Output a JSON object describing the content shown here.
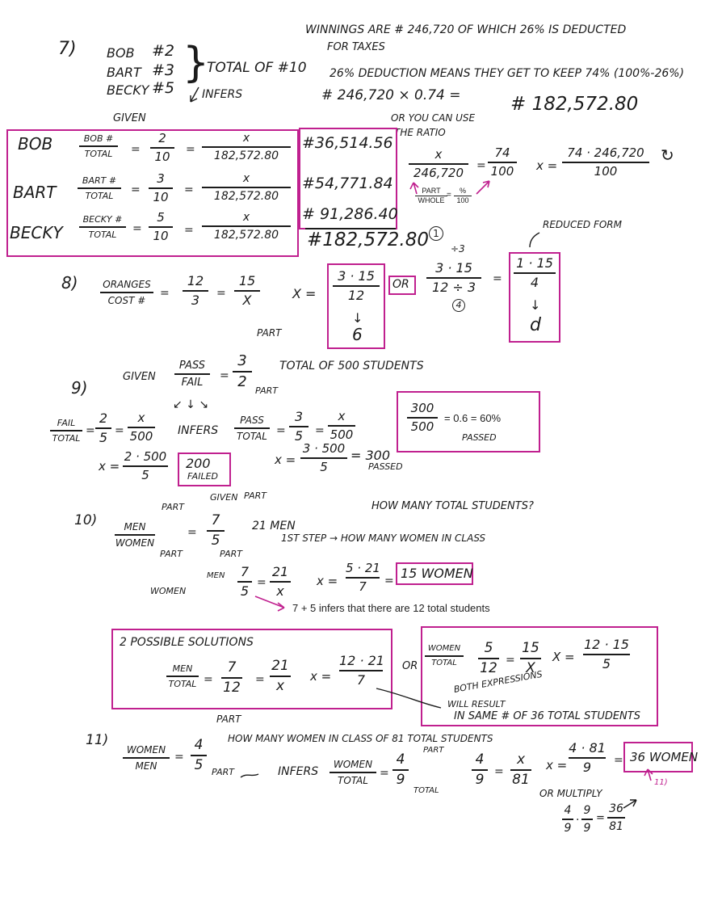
{
  "p7": {
    "num": "7)",
    "bob": "BOB",
    "bob_n": "#2",
    "bart": "BART",
    "bart_n": "#3",
    "becky": "BECKY",
    "becky_n": "#5",
    "total": "TOTAL OF #10",
    "infers": "INFERS",
    "given": "GIVEN",
    "win1": "WINNINGS ARE # 246,720 OF WHICH 26% IS DEDUCTED",
    "win2": "FOR TAXES",
    "ded": "26% DEDUCTION MEANS THEY GET TO KEEP 74% (100%-26%)",
    "calc": "# 246,720 × 0.74 =",
    "calc_result": "# 182,572.80",
    "ratio1": "OR YOU CAN USE",
    "ratio2": "THE RATIO",
    "row_bob": "BOB",
    "row_bart": "BART",
    "row_becky": "BECKY",
    "f_bob_n": "BOB #",
    "f_bart_n": "BART #",
    "f_becky_n": "BECKY #",
    "f_total": "TOTAL",
    "n2": "2",
    "n3": "3",
    "n5": "5",
    "d10": "10",
    "x": "x",
    "amt": "182,572.80",
    "eq": "=",
    "r_bob": "#36,514.56",
    "r_bart": "#54,771.84",
    "r_becky": "# 91,286.40",
    "sum": "#182,572.80",
    "circle1": "1",
    "rx_n": "x",
    "rx_d": "246,720",
    "r74": "74",
    "r100": "100",
    "rx_eq": "x =",
    "rres_n": "74 · 246,720",
    "rres_d": "100",
    "pw_part": "PART",
    "pw_whole": "WHOLE",
    "pw_pct": "%",
    "pw_100": "100"
  },
  "p8": {
    "num": "8)",
    "oranges": "ORANGES",
    "cost": "COST #",
    "n12": "12",
    "d3": "3",
    "n15": "15",
    "dx": "X",
    "xeq": "X =",
    "a_n": "3 · 15",
    "a_d": "12",
    "arrow": "↓",
    "a_r": "6",
    "or": "OR",
    "div3": "÷3",
    "b_n": "3 · 15",
    "b_d": "12 ÷ 3",
    "b_c": "4",
    "red": "REDUCED FORM",
    "c_n": "1 · 15",
    "c_d": "4",
    "c_r": "d",
    "c1": "1"
  },
  "p9": {
    "num": "9)",
    "given": "GIVEN",
    "pass": "PASS",
    "fail": "FAIL",
    "n3": "3",
    "d2": "2",
    "part": "PART",
    "part2": "PART",
    "total500": "TOTAL OF 500 STUDENTS",
    "failt_n": "FAIL",
    "failt_d": "TOTAL",
    "f2": "2",
    "f5": "5",
    "fx": "x",
    "f500": "500",
    "infers": "INFERS",
    "passt_n": "PASS",
    "passt_d": "TOTAL",
    "p3": "3",
    "p5": "5",
    "px": "x",
    "p500": "500",
    "xl": "x =",
    "xl_n": "2 · 500",
    "xl_d": "5",
    "failed_n": "200",
    "failed_t": "FAILED",
    "xr": "x =",
    "xr_n": "3 · 500",
    "xr_d": "5",
    "xr_eq": "= 300",
    "passed": "PASSED",
    "box_n": "300",
    "box_d": "500",
    "box_eq": "= 0.6 = 60%",
    "box_passed": "PASSED"
  },
  "p10": {
    "num": "10)",
    "part_top": "PART",
    "given": "GIVEN",
    "part_g": "PART",
    "men": "MEN",
    "women": "WOMEN",
    "n7": "7",
    "d5": "5",
    "m21": "21 MEN",
    "part_b1": "PART",
    "part_b2": "PART",
    "how": "HOW MANY TOTAL STUDENTS?",
    "step": "1ST STEP → HOW MANY WOMEN IN CLASS",
    "women_lbl": "WOMEN",
    "men_lbl": "MEN",
    "s7": "7",
    "s5": "5",
    "s21": "21",
    "sx": "x",
    "xeq": "x =",
    "xn": "5 · 21",
    "xd": "7",
    "res": "15 WOMEN",
    "note": "7 + 5 infers that there are 12 total students",
    "poss": "2 POSSIBLE SOLUTIONS",
    "mt_n": "MEN",
    "mt_d": "TOTAL",
    "v7": "7",
    "v12": "12",
    "v21": "21",
    "vx": "x",
    "vxeq": "x =",
    "vn": "12 · 21",
    "vd": "7",
    "or": "OR",
    "wt_n": "WOMEN",
    "wt_d": "TOTAL",
    "w5": "5",
    "w12": "12",
    "w15": "15",
    "wx": "X",
    "wxeq": "X =",
    "wn": "12 · 15",
    "wd": "5",
    "both1": "BOTH EXPRESSIONS",
    "both2": "WILL RESULT",
    "both3": "IN SAME # OF 36 TOTAL STUDENTS"
  },
  "p11": {
    "num": "11)",
    "part": "PART",
    "wm_n": "WOMEN",
    "wm_d": "MEN",
    "n4": "4",
    "d5": "5",
    "part_b": "PART",
    "how": "HOW MANY WOMEN IN CLASS OF 81 TOTAL STUDENTS",
    "infers": "INFERS",
    "wt_n": "WOMEN",
    "wt_d": "TOTAL",
    "i4": "4",
    "i9": "9",
    "ipart": "PART",
    "itotal": "TOTAL",
    "e4": "4",
    "e9": "9",
    "ex": "x",
    "e81": "81",
    "xeq": "x =",
    "xn": "4 · 81",
    "xd": "9",
    "res": "36 WOMEN",
    "mark": "11)",
    "mult": "OR MULTIPLY",
    "m4": "4",
    "m9": "9",
    "m9b": "9",
    "m9c": "9",
    "m36": "36",
    "m81": "81"
  }
}
